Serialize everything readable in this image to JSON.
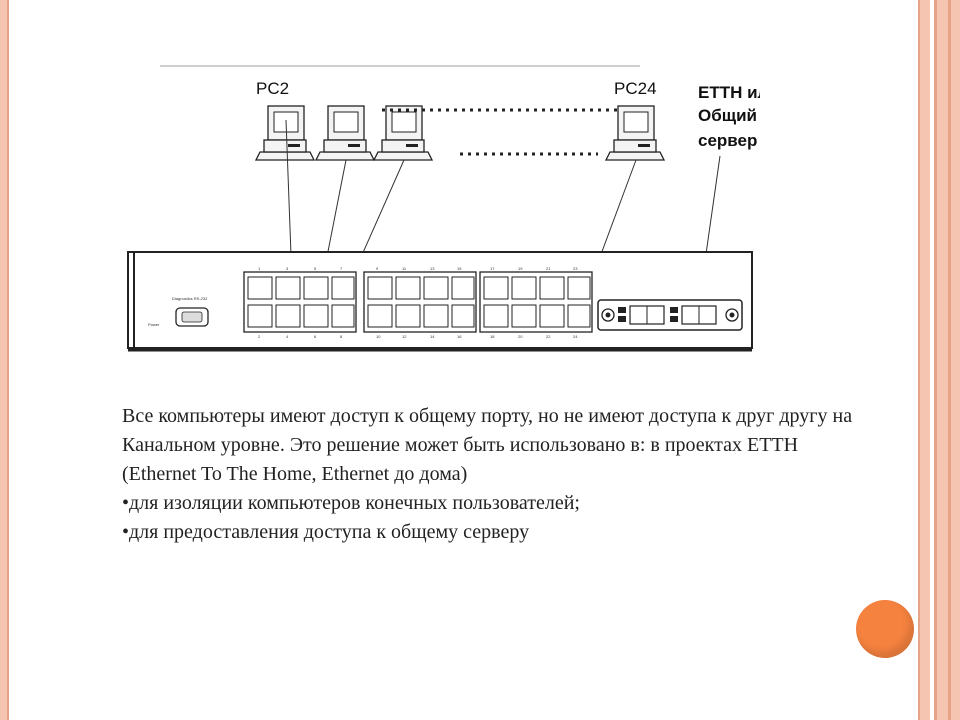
{
  "diagram": {
    "pc_left_label": "PC2",
    "pc_right_label": "PC24",
    "server_label_lines": [
      "ETTH или",
      "Общий",
      "сервер"
    ]
  },
  "text": {
    "paragraph": "Все компьютеры имеют доступ к общему порту, но не имеют доступа к друг другу на Канальном уровне. Это решение может быть использовано в: в проектах ETTH (Ethernet To The Home, Ethernet до дома)",
    "bullets": [
      "•для изоляции компьютеров конечных пользователей;",
      "•для предоставления доступа к общему серверу"
    ]
  }
}
